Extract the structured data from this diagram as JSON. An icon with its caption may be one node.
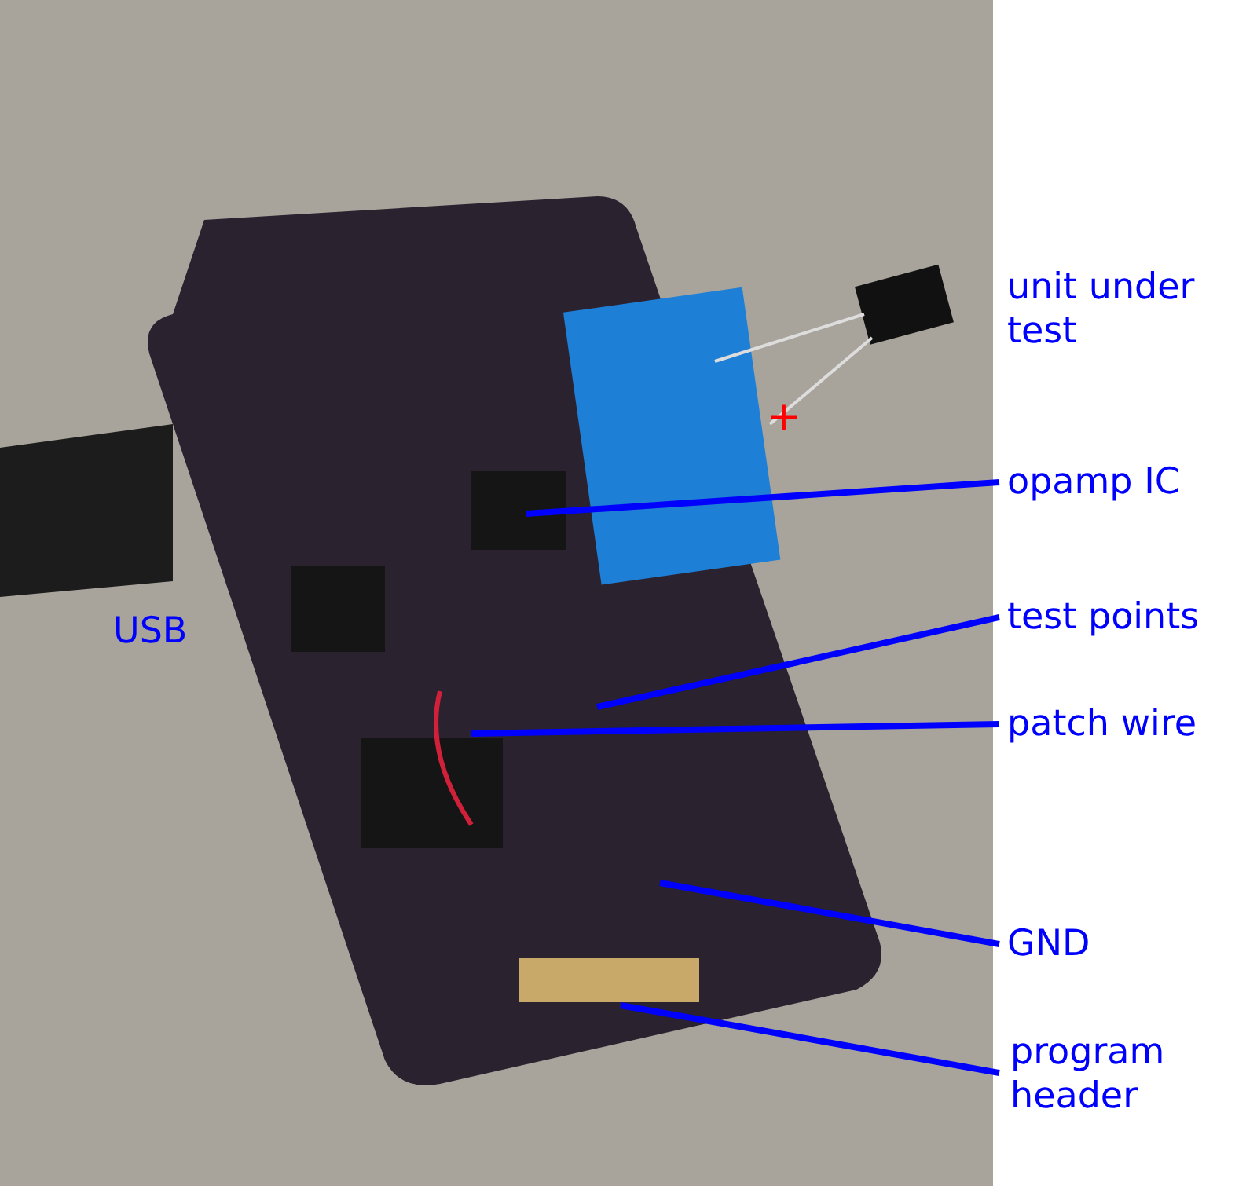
{
  "diagram": {
    "nodes": [
      {
        "text": [
          "opamp IC"
        ]
      },
      {
        "text": [
          "test points"
        ]
      },
      {
        "text": [
          "patch wire"
        ]
      },
      {
        "text": [
          "GND"
        ]
      },
      {
        "text": [
          "program header"
        ]
      }
    ],
    "edges": [
      {
        "from": 0,
        "to": null,
        "arrow": "none"
      },
      {
        "from": 1,
        "to": null,
        "arrow": "none"
      },
      {
        "from": 2,
        "to": null,
        "arrow": "none"
      },
      {
        "from": 3,
        "to": null,
        "arrow": "none"
      },
      {
        "from": 4,
        "to": null,
        "arrow": "none"
      }
    ],
    "labels": [
      "unit under test",
      "USB",
      "+"
    ]
  }
}
